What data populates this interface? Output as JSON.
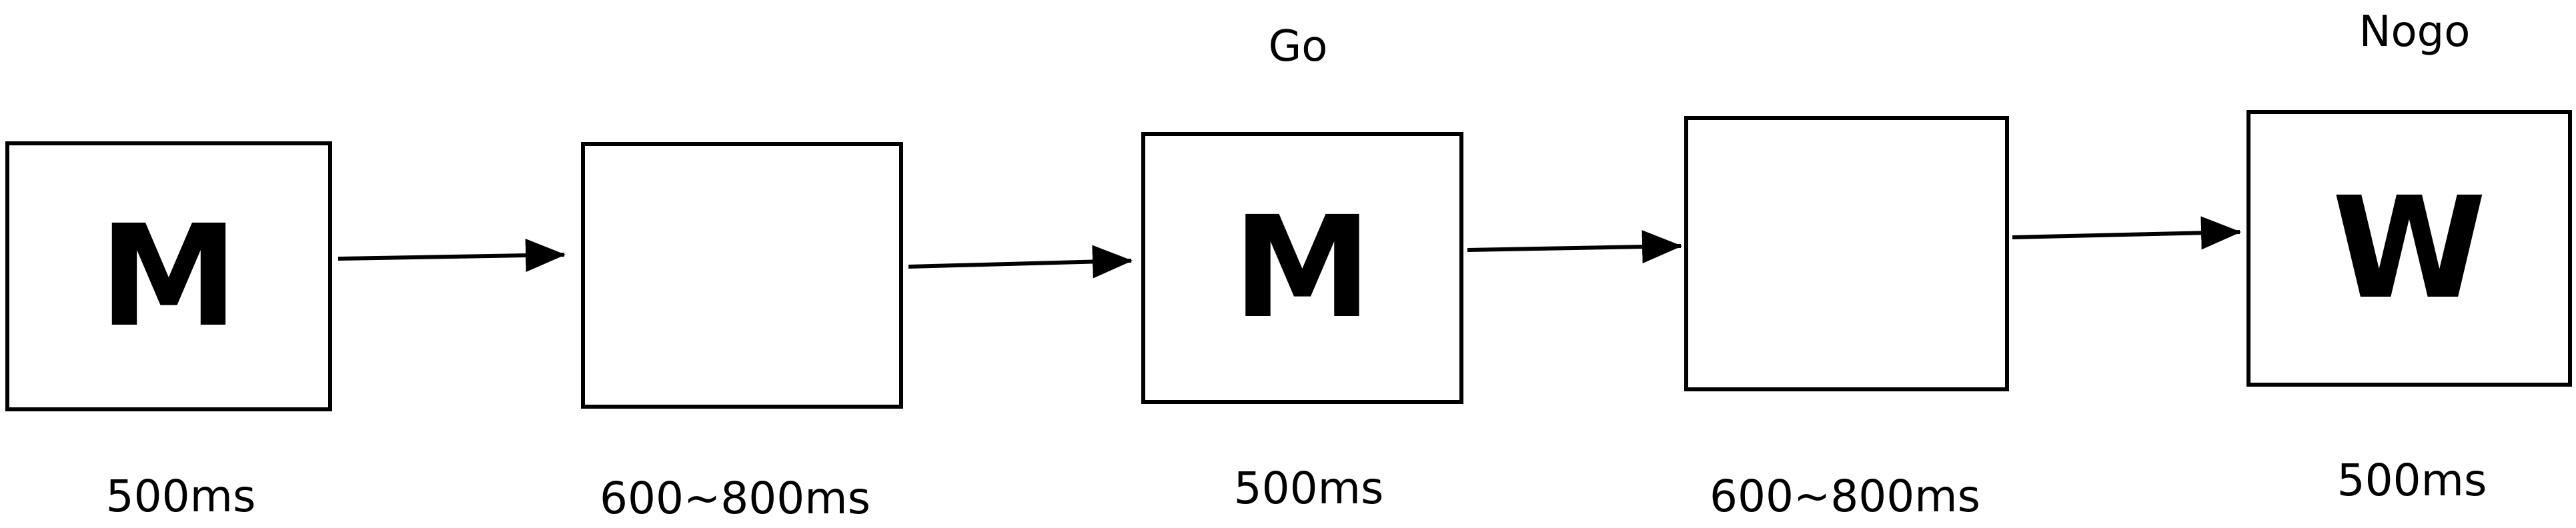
{
  "panels": [
    {
      "letter": "M",
      "label": "",
      "duration": "500ms"
    },
    {
      "letter": "",
      "label": "",
      "duration": "600~800ms"
    },
    {
      "letter": "M",
      "label": "Go",
      "duration": "500ms"
    },
    {
      "letter": "",
      "label": "",
      "duration": "600~800ms"
    },
    {
      "letter": "W",
      "label": "Nogo",
      "duration": "500ms"
    }
  ],
  "colors": {
    "stroke": "#000000",
    "background": "#ffffff"
  }
}
